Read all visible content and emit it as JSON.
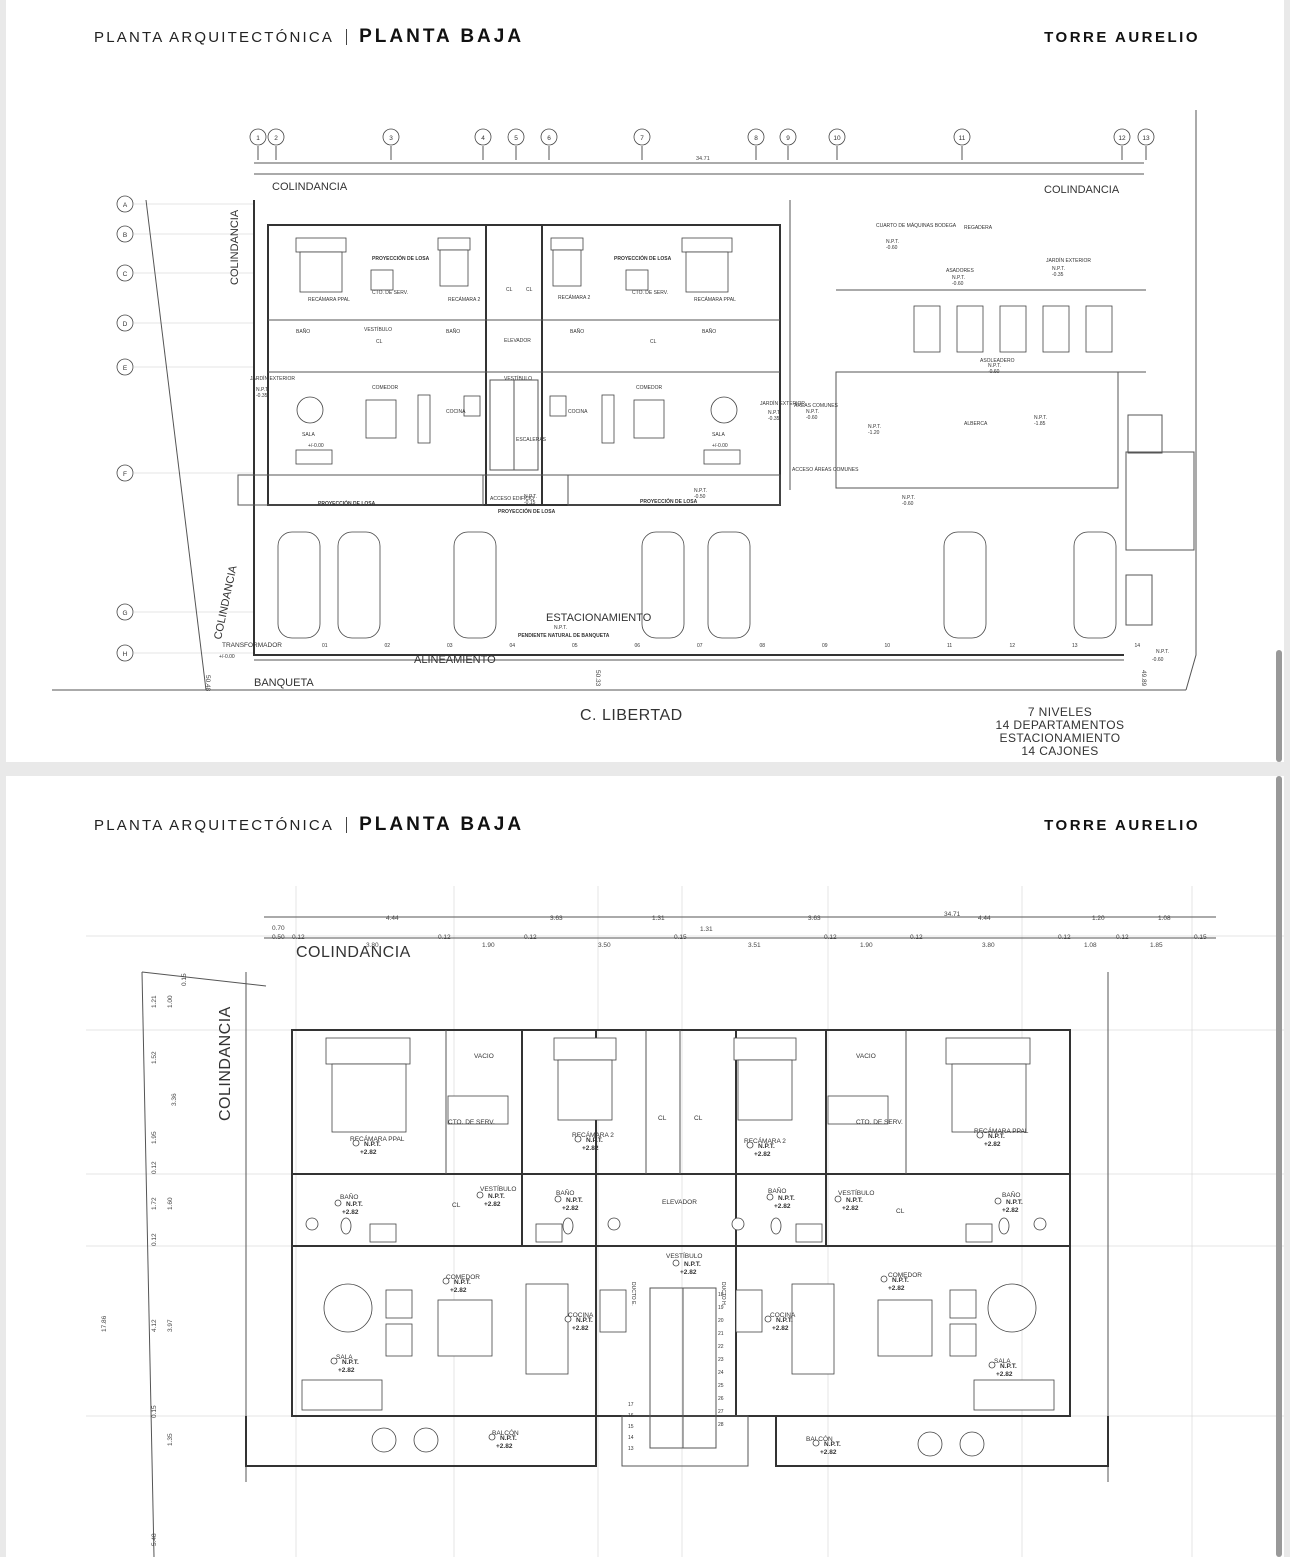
{
  "header": {
    "left_title": "PLANTA ARQUITECTÓNICA",
    "main_title": "PLANTA BAJA",
    "project": "TORRE AURELIO"
  },
  "plan1": {
    "axis_columns": [
      "1",
      "2",
      "3",
      "4",
      "5",
      "6",
      "7",
      "8",
      "9",
      "10",
      "11",
      "12",
      "13"
    ],
    "axis_rows": [
      "A",
      "B",
      "C",
      "D",
      "E",
      "F",
      "G",
      "H"
    ],
    "total_width": "34.71",
    "colindancia": "COLINDANCIA",
    "alineamiento": "ALINEAMIENTO",
    "banqueta": "BANQUETA",
    "street": "C. LIBERTAD",
    "estacionamiento": "ESTACIONAMIENTO",
    "pendiente": "PENDIENTE NATURAL DE BANQUETA",
    "transformador": "TRANSFORMADOR",
    "rooms": {
      "recamara_ppal": "RECÁMARA PPAL",
      "recamara_2": "RECÁMARA 2",
      "cto_serv": "CTO. DE SERV.",
      "proyeccion_losa": "PROYECCIÓN DE LOSA",
      "vestibulo": "VESTÍBULO",
      "bano": "BAÑO",
      "elevador": "ELEVADOR",
      "comedor": "COMEDOR",
      "cocina": "COCINA",
      "sala": "SALA",
      "jardin": "JARDÍN EXTERIOR",
      "escaleras": "ESCALERAS",
      "acceso_edificio": "ACCESO EDIFICIO",
      "acceso_areas": "ACCESO ÁREAS COMUNES",
      "areas_comunes": "ÁREAS COMUNES",
      "cuarto_maquinas": "CUARTO DE MÁQUINAS BODEGA",
      "regadera": "REGADERA",
      "asadores": "ASADORES",
      "asoleadero": "ASOLEADERO",
      "alberca": "ALBERCA",
      "cl": "CL",
      "npt": "N.P.T."
    },
    "levels": {
      "n_m015": "-0.15",
      "n_m035": "-0.35",
      "n_m050": "-0.50",
      "n_m060": "-0.60",
      "n_m120": "-1.20",
      "n_m185": "-1.85",
      "n_000": "+/-0.00",
      "n_p000": "+0.00"
    },
    "parking_numbers": [
      "01",
      "02",
      "03",
      "04",
      "05",
      "06",
      "07",
      "08",
      "09",
      "10",
      "11",
      "12",
      "13",
      "14"
    ],
    "lot_dims": {
      "left": "50.48",
      "mid": "50.33",
      "right": "49.89"
    },
    "summary": [
      "7 NIVELES",
      "14 DEPARTAMENTOS",
      "ESTACIONAMIENTO",
      "14 CAJONES"
    ]
  },
  "plan2": {
    "colindancia": "COLINDANCIA",
    "dims_top": [
      "4.44",
      "3.63",
      "1.31",
      "3.63",
      "4.44",
      "1.20",
      "1.08"
    ],
    "dims_total": "34.71",
    "dims_mid": "1.31",
    "dims_sub": [
      "0.70",
      "0.50",
      "0.12",
      "3.80",
      "0.12",
      "1.90",
      "0.12",
      "3.50",
      "0.15",
      "3.51",
      "0.12",
      "1.90",
      "0.12",
      "3.80",
      "0.12",
      "1.08",
      "0.12",
      "1.85",
      "0.15"
    ],
    "dims_left": [
      "1.21",
      "1.00",
      "0.15",
      "1.52",
      "3.36",
      "1.95",
      "0.12",
      "1.72",
      "1.60",
      "0.12",
      "4.12",
      "3.97",
      "17.86",
      "0.15",
      "1.35",
      "5.48"
    ],
    "stair_steps": [
      "18",
      "19",
      "20",
      "21",
      "22",
      "23",
      "24",
      "25",
      "26",
      "27",
      "28",
      "17",
      "16",
      "15",
      "14",
      "13"
    ],
    "rooms": {
      "vacio": "VACIO",
      "cto_serv": "CTO. DE SERV.",
      "recamara_ppal": "RECÁMARA PPAL",
      "recamara_2": "RECÁMARA 2",
      "cl": "CL",
      "elevador": "ELEVADOR",
      "bano": "BAÑO",
      "vestibulo": "VESTÍBULO",
      "comedor": "COMEDOR",
      "cocina": "COCINA",
      "sala": "SALA",
      "balcon": "BALCÓN",
      "npt": "N.P.T.",
      "level": "+2.82",
      "ducto_e": "DUCTO E.",
      "ducto_h": "DUCTO H."
    }
  }
}
